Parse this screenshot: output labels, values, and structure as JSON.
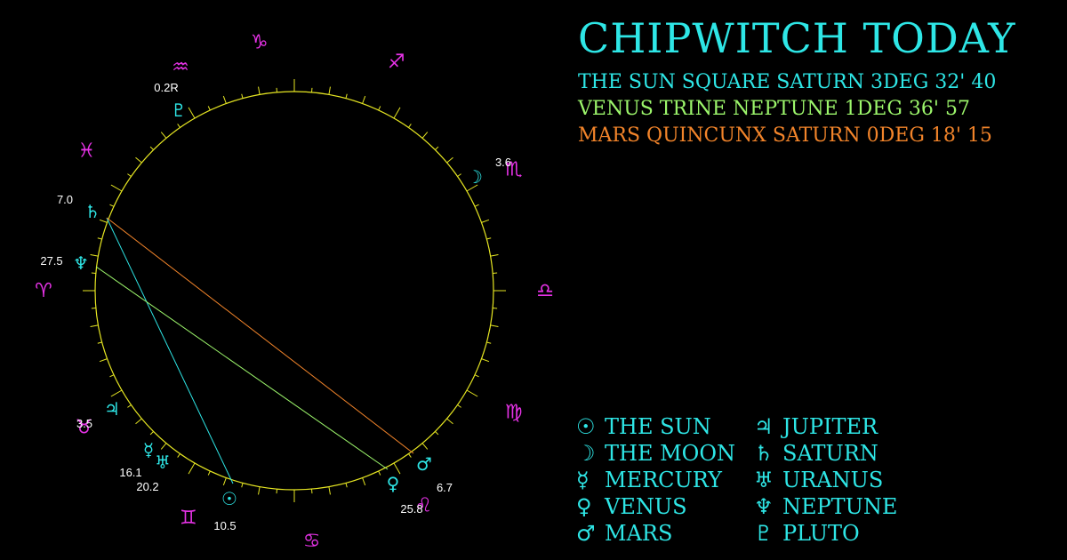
{
  "header": {
    "title": "CHIPWITCH TODAY"
  },
  "aspects": [
    {
      "text": "THE SUN SQUARE SATURN 3DEG 32' 40",
      "color": "#2ee6e6"
    },
    {
      "text": "VENUS TRINE NEPTUNE 1DEG 36' 57",
      "color": "#9cf56b"
    },
    {
      "text": "MARS QUINCUNX SATURN 0DEG 18' 15",
      "color": "#f2842a"
    }
  ],
  "legend": [
    {
      "symbol": "☉",
      "name": "THE SUN",
      "icon": "sun-icon"
    },
    {
      "symbol": "☽",
      "name": "THE MOON",
      "icon": "moon-icon"
    },
    {
      "symbol": "☿",
      "name": "MERCURY",
      "icon": "mercury-icon"
    },
    {
      "symbol": "♀",
      "name": "VENUS",
      "icon": "venus-icon"
    },
    {
      "symbol": "♂",
      "name": "MARS",
      "icon": "mars-icon"
    },
    {
      "symbol": "♃",
      "name": "JUPITER",
      "icon": "jupiter-icon"
    },
    {
      "symbol": "♄",
      "name": "SATURN",
      "icon": "saturn-icon"
    },
    {
      "symbol": "♅",
      "name": "URANUS",
      "icon": "uranus-icon"
    },
    {
      "symbol": "♆",
      "name": "NEPTUNE",
      "icon": "neptune-icon"
    },
    {
      "symbol": "♇",
      "name": "PLUTO",
      "icon": "pluto-icon"
    }
  ],
  "wheel": {
    "zodiac": [
      {
        "symbol": "♑",
        "name": "capricorn"
      },
      {
        "symbol": "♐",
        "name": "sagittarius"
      },
      {
        "symbol": "♏",
        "name": "scorpio"
      },
      {
        "symbol": "♎",
        "name": "libra"
      },
      {
        "symbol": "♍",
        "name": "virgo"
      },
      {
        "symbol": "♌",
        "name": "leo"
      },
      {
        "symbol": "♋",
        "name": "cancer"
      },
      {
        "symbol": "♊",
        "name": "gemini"
      },
      {
        "symbol": "♉",
        "name": "taurus"
      },
      {
        "symbol": "♈",
        "name": "aries"
      },
      {
        "symbol": "♓",
        "name": "pisces"
      },
      {
        "symbol": "♒",
        "name": "aquarius"
      }
    ],
    "planets": [
      {
        "name": "pluto",
        "symbol": "♇",
        "degree": "0.2R"
      },
      {
        "name": "moon",
        "symbol": "☽",
        "degree": "3.6"
      },
      {
        "name": "saturn",
        "symbol": "♄",
        "degree": "7.0"
      },
      {
        "name": "neptune",
        "symbol": "♆",
        "degree": "27.5"
      },
      {
        "name": "jupiter",
        "symbol": "♃",
        "degree": "3.5"
      },
      {
        "name": "mercury",
        "symbol": "☿",
        "degree": "16.1"
      },
      {
        "name": "uranus",
        "symbol": "♅",
        "degree": "20.2"
      },
      {
        "name": "sun",
        "symbol": "☉",
        "degree": "10.5"
      },
      {
        "name": "mars",
        "symbol": "♂",
        "degree": "6.7"
      },
      {
        "name": "venus",
        "symbol": "♀",
        "degree": "25.8"
      }
    ],
    "aspect_lines": [
      {
        "from": "sun",
        "to": "saturn",
        "aspect": "square",
        "color": "#2ee6e6"
      },
      {
        "from": "venus",
        "to": "neptune",
        "aspect": "trine",
        "color": "#9cf56b"
      },
      {
        "from": "mars",
        "to": "saturn",
        "aspect": "quincunx",
        "color": "#f2842a"
      }
    ],
    "colors": {
      "ring": "#e6e622",
      "zodiac": "#e632e6",
      "planet": "#2ee6e6",
      "label": "#ffffff"
    }
  }
}
